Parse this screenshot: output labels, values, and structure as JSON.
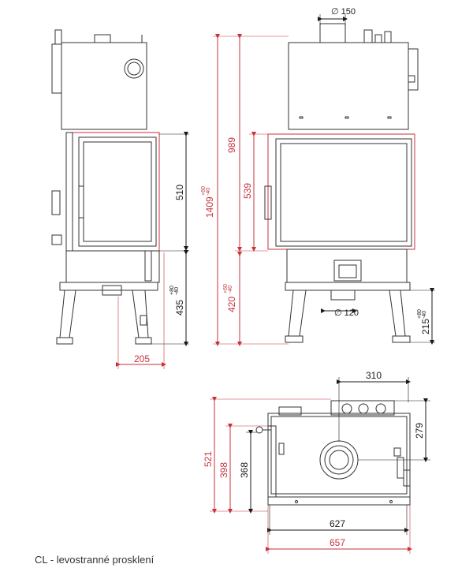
{
  "caption": "CL - levostranné prosklení",
  "colors": {
    "red": "#c8323c",
    "black": "#1a1a1a",
    "line": "#333333",
    "stroke_gray": "#555555"
  },
  "dimensions": {
    "flue_dia": "∅ 150",
    "h_total": "1409",
    "h_total_tol": [
      "+60",
      "-40"
    ],
    "h_upper": "989",
    "h_glass": "539",
    "h_base_front": "420",
    "h_base_front_tol": [
      "+60",
      "-40"
    ],
    "h_door_side": "510",
    "h_legs_side": "435",
    "h_legs_side_tol": [
      "+80",
      "-40"
    ],
    "w_side_leg": "205",
    "air_dia": "∅ 120",
    "h_air": "215",
    "h_air_tol": [
      "+80",
      "-40"
    ],
    "plan_310": "310",
    "plan_279": "279",
    "plan_521": "521",
    "plan_398": "398",
    "plan_368": "368",
    "plan_627": "627",
    "plan_657": "657"
  }
}
